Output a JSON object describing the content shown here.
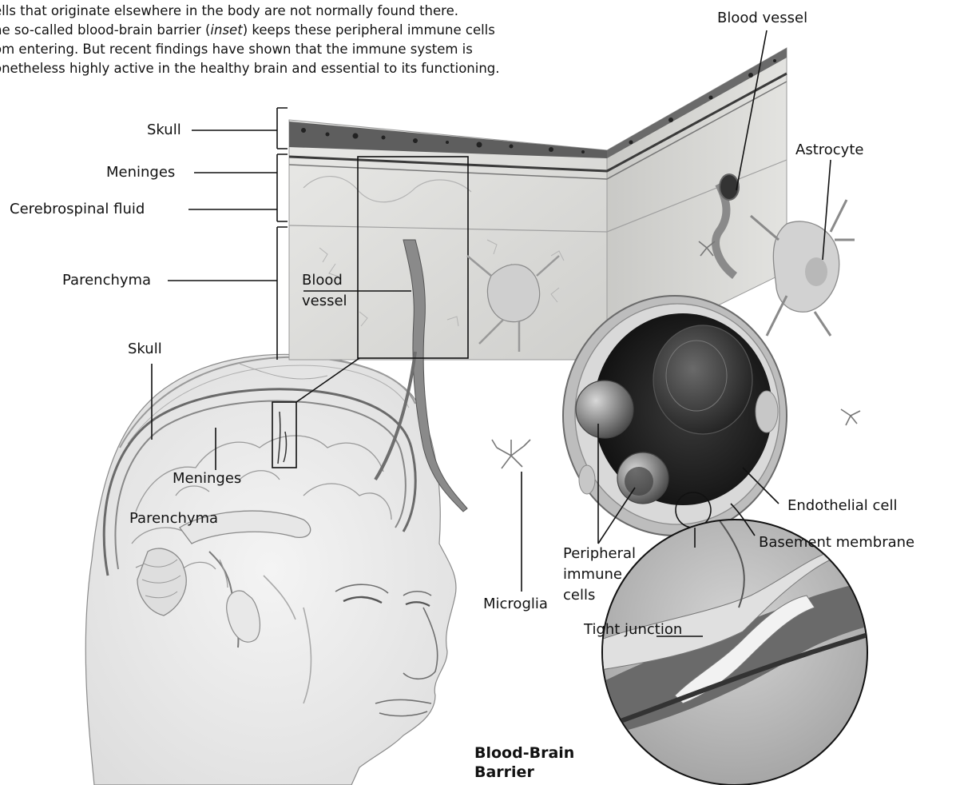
{
  "caption": {
    "line1": "ells that originate elsewhere in the body are not normally found there.",
    "line2_before": "he so-called blood-brain barrier (",
    "line2_italic": "inset",
    "line2_after": ") keeps these peripheral immune cells",
    "line3": "om entering. But recent findings have shown that the immune system is",
    "line4": "onetheless highly active in the healthy brain and essential to its functioning."
  },
  "labels": {
    "skull_top": "Skull",
    "meninges_top": "Meninges",
    "csf": "Cerebrospinal fluid",
    "parenchyma_top": "Parenchyma",
    "blood_vessel_inset": "Blood\nvessel",
    "blood_vessel_top": "Blood vessel",
    "astrocyte": "Astrocyte",
    "skull_head": "Skull",
    "meninges_head": "Meninges",
    "parenchyma_head": "Parenchyma",
    "endothelial_cell": "Endothelial cell",
    "basement_membrane": "Basement membrane",
    "peripheral_immune_cells": "Peripheral\nimmune\ncells",
    "microglia": "Microglia",
    "tight_junction": "Tight junction",
    "bbb_line1": "Blood-Brain",
    "bbb_line2": "Barrier"
  }
}
